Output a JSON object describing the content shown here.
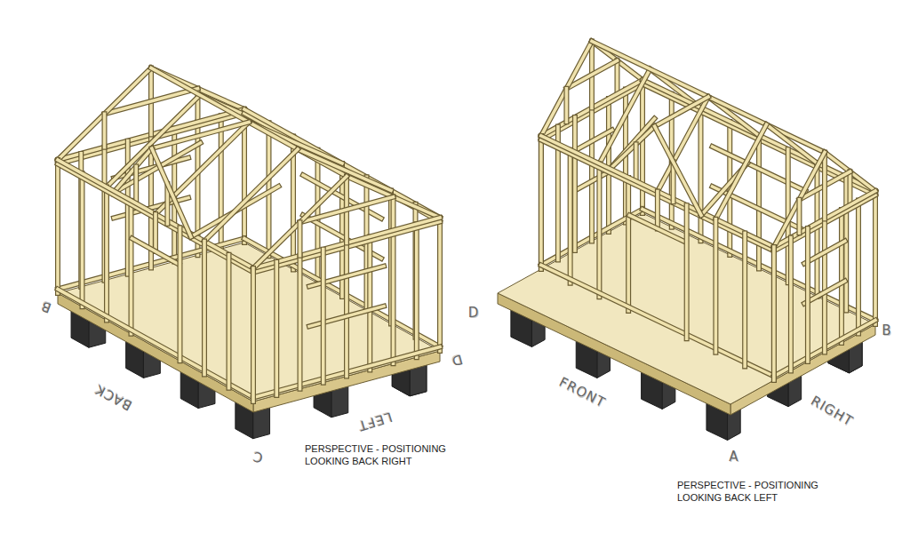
{
  "diagram": {
    "labels": [
      "B",
      "BACK",
      "D",
      "LEFT",
      "C",
      "PERSPECTIVE - POSITIONING LOOKING BACK RIGHT",
      "D",
      "FRONT",
      "A",
      "RIGHT",
      "B",
      "PERSPECTIVE - POSITIONING LOOKING BACK LEFT"
    ]
  }
}
